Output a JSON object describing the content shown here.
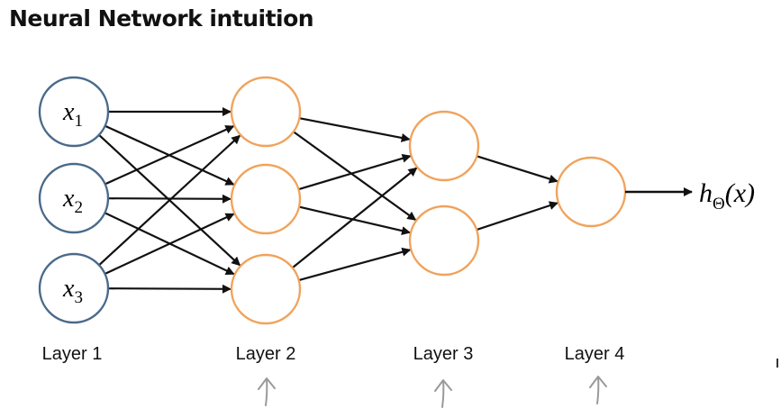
{
  "title": "Neural Network intuition",
  "colors": {
    "input_node": "#4a6a8a",
    "hidden_node": "#f0a35c",
    "edge": "#111111",
    "pen_mark": "#9a9a9a"
  },
  "layers": [
    {
      "label": "Layer 1",
      "nodes": [
        {
          "var": "x",
          "sub": "1"
        },
        {
          "var": "x",
          "sub": "2"
        },
        {
          "var": "x",
          "sub": "3"
        }
      ]
    },
    {
      "label": "Layer 2",
      "nodes": [
        {},
        {},
        {}
      ]
    },
    {
      "label": "Layer 3",
      "nodes": [
        {},
        {}
      ]
    },
    {
      "label": "Layer 4",
      "nodes": [
        {}
      ]
    }
  ],
  "output": {
    "func": "h",
    "sub": "Θ",
    "arg": "(x)"
  }
}
